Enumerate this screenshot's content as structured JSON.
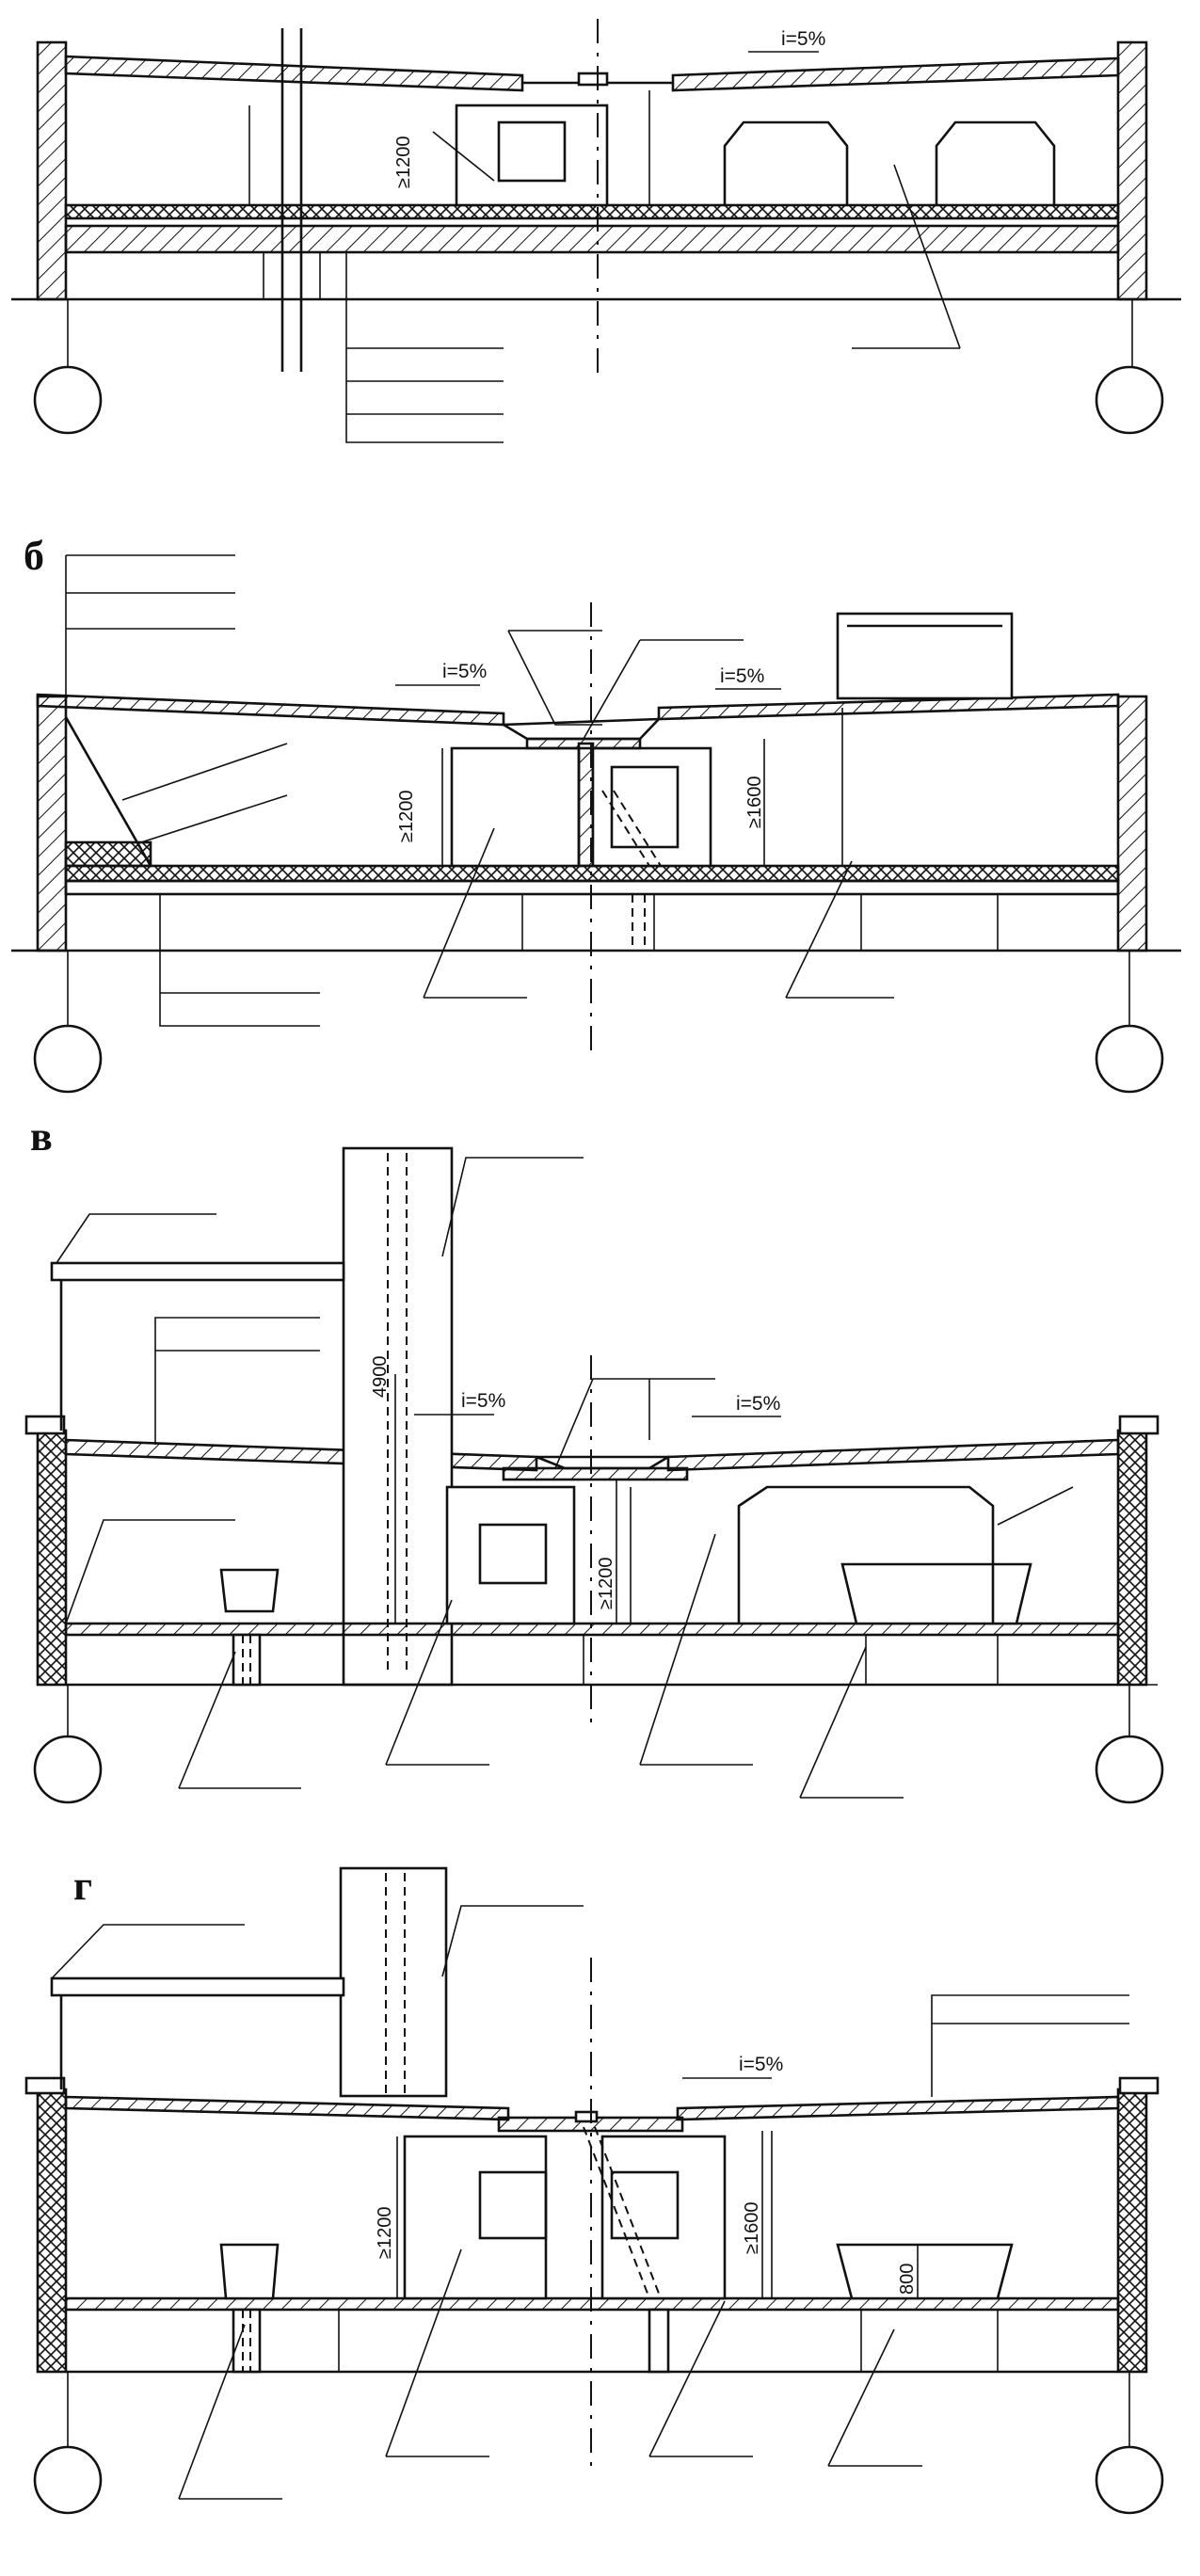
{
  "panels": [
    {
      "id": "a",
      "letter": "",
      "dims": [
        "≥1200"
      ],
      "slopes": [
        "i=5%"
      ]
    },
    {
      "id": "b",
      "letter": "б",
      "dims": [
        "≥1200",
        "≥1600"
      ],
      "slopes": [
        "i=5%",
        "i=5%"
      ]
    },
    {
      "id": "v",
      "letter": "в",
      "dims": [
        "4900",
        "≥1200"
      ],
      "slopes": [
        "i=5%",
        "i=5%"
      ]
    },
    {
      "id": "g",
      "letter": "г",
      "dims": [
        "≥1200",
        "≥1600",
        "800"
      ],
      "slopes": [
        "i=5%"
      ]
    }
  ],
  "colors": {
    "ink": "#111111",
    "paper": "#ffffff"
  }
}
